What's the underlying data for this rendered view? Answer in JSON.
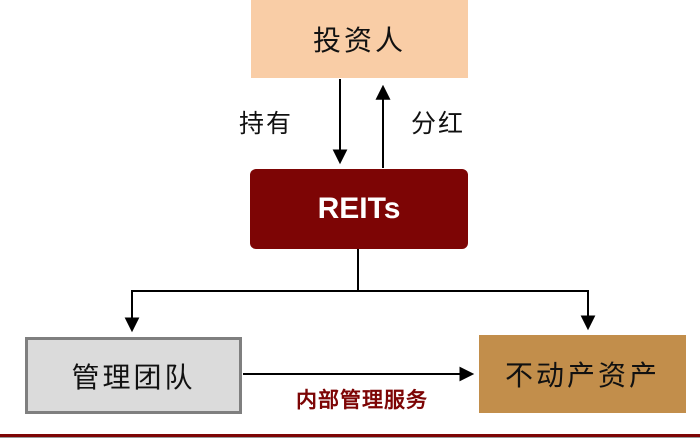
{
  "diagram": {
    "type": "flowchart",
    "nodes": {
      "investors": {
        "label": "投资人",
        "fill": "#F9CDA6",
        "text_color": "#111111"
      },
      "reits": {
        "label": "REITs",
        "fill": "#7D0505",
        "text_color": "#FFFFFF"
      },
      "management": {
        "label": "管理团队",
        "fill": "#DBDBDB",
        "border_color": "#7F7F7F",
        "text_color": "#111111"
      },
      "assets": {
        "label": "不动产资产",
        "fill": "#C28E4B",
        "text_color": "#111111"
      }
    },
    "edges": {
      "hold": {
        "from": "investors",
        "to": "reits",
        "label": "持有",
        "direction": "down"
      },
      "dividend": {
        "from": "reits",
        "to": "investors",
        "label": "分红",
        "direction": "up"
      },
      "reits_to_management": {
        "from": "reits",
        "to": "management",
        "label": "",
        "direction": "down"
      },
      "reits_to_assets": {
        "from": "reits",
        "to": "assets",
        "label": "",
        "direction": "down"
      },
      "internal_service": {
        "from": "management",
        "to": "assets",
        "label": "内部管理服务",
        "label_color": "#7D0505",
        "direction": "right"
      }
    },
    "line_color": "#000000",
    "footer_rule_color": "#7D0505"
  }
}
